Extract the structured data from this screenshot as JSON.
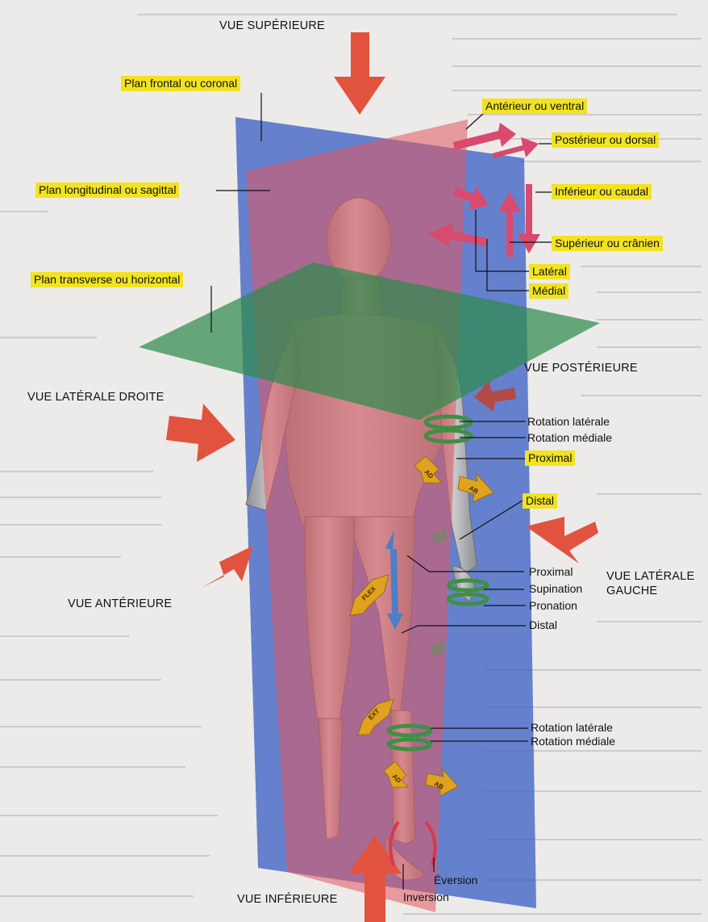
{
  "views": {
    "superior": "VUE SUPÉRIEURE",
    "posterior": "VUE POSTÉRIEURE",
    "right_lateral": "VUE LATÉRALE DROITE",
    "anterior": "VUE ANTÉRIEURE",
    "left_lateral_line1": "VUE LATÉRALE",
    "left_lateral_line2": "GAUCHE",
    "inferior": "VUE INFÉRIEURE"
  },
  "planes": {
    "frontal": "Plan frontal ou coronal",
    "sagittal": "Plan longitudinal ou sagittal",
    "transverse": "Plan transverse ou horizontal"
  },
  "directions": {
    "anterior": "Antérieur ou ventral",
    "posterior": "Postérieur ou dorsal",
    "inferior": "Inférieur ou caudal",
    "superior": "Supérieur ou crânien",
    "lateral": "Latéral",
    "medial": "Médial"
  },
  "movements": {
    "rotation_lateral_arm": "Rotation latérale",
    "rotation_medial_arm": "Rotation médiale",
    "proximal_arm": "Proximal",
    "distal_arm": "Distal",
    "proximal_leg": "Proximal",
    "supination": "Supination",
    "pronation": "Pronation",
    "distal_leg": "Distal",
    "rotation_lateral_leg": "Rotation latérale",
    "rotation_medial_leg": "Rotation médiale",
    "eversion": "Éversion",
    "inversion": "Inversion"
  },
  "arrow_tags": {
    "ad": "AD",
    "ab": "AB",
    "ext": "EXT",
    "flex": "FLEX"
  },
  "colors": {
    "highlight": "#f1e321",
    "frontal_plane": "#3f63c4",
    "sagittal_plane": "#e4565e",
    "transverse_plane": "#2f8a4e",
    "view_arrow": "#e1533f",
    "direction_arrow": "#d84a6e",
    "movement_arrow": "#e0a21f",
    "rotation_ring": "#3f8f46"
  }
}
